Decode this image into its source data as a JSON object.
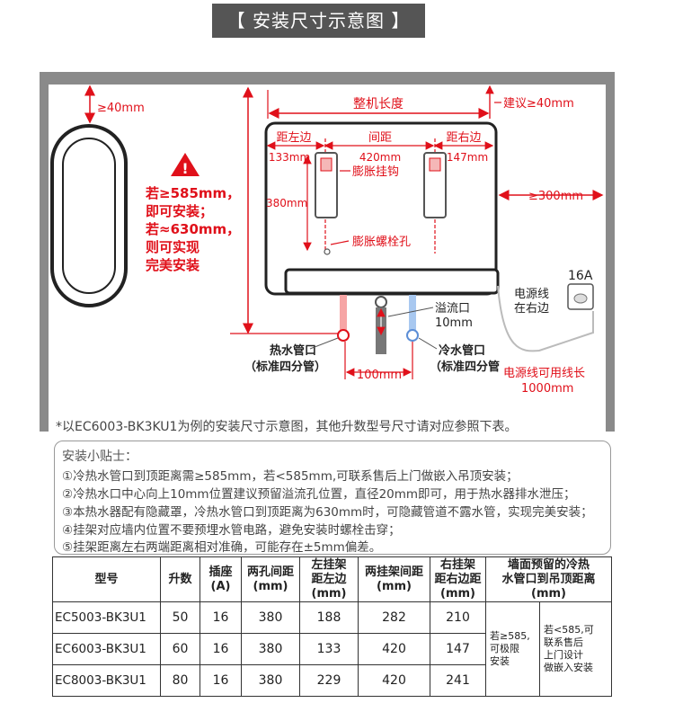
{
  "title": "【 安装尺寸示意图 】",
  "diagram": {
    "top_clearance_left": "≥40mm",
    "warning_lines": [
      "若≥585mm，",
      "即可安装；",
      "若≈630mm，",
      "则可实现",
      "完美安装"
    ],
    "overall_length": "整机长度",
    "suggest_right": "建议≥40mm",
    "right_clearance": "≥300mm",
    "left_margin_label": "距左边",
    "left_margin_value": "133mm",
    "spacing_label": "间距",
    "spacing_value": "420mm",
    "right_margin_label": "距右边",
    "right_margin_value": "147mm",
    "expansion_hook": "膨胀挂钩",
    "height_value": "380mm",
    "expansion_bolt_hole": "膨胀螺栓孔",
    "socket_rating": "16A",
    "power_line_side": [
      "电源线",
      "在右边"
    ],
    "overflow_label": [
      "溢流口",
      "10mm"
    ],
    "hot_pipe": [
      "热水管口",
      "（标准四分管）"
    ],
    "cold_pipe": [
      "冷水管口",
      "（标准四分管"
    ],
    "pipe_spacing": "100mm",
    "power_extend": [
      "电源线可用线长",
      "1000mm"
    ]
  },
  "note": "*以EC6003-BK3KU1为例的安装尺寸示意图，其他升数型号尺寸请对应参照下表。",
  "tips": {
    "title": "安装小贴士：",
    "items": [
      "①冷热水管口到顶距离需≥585mm，若<585mm,可联系售后上门做嵌入吊顶安装；",
      "②冷热水口中心向上10mm位置建议预留溢流孔位置，直径20mm即可，用于热水器排水泄压；",
      "③本热水器配有隐藏罩，冷热水管口到顶距离为630mm时，可隐藏管道不露水管，实现完美安装；",
      "④挂架对应墙内位置不要预埋水管电路，避免安装时螺栓击穿；",
      "⑤挂架距离左右两端距离相对准确，可能存在±5mm偏差。"
    ]
  },
  "table": {
    "headers": [
      [
        "型号"
      ],
      [
        "升数"
      ],
      [
        "插座",
        "(A)"
      ],
      [
        "两孔间距",
        "(mm)"
      ],
      [
        "左挂架",
        "距左边",
        "(mm)"
      ],
      [
        "两挂架间距",
        "(mm)"
      ],
      [
        "右挂架",
        "距右边距",
        "(mm)"
      ],
      [
        "墙面预留的冷热",
        "水管口到吊顶距离",
        "(mm)"
      ]
    ],
    "rows": [
      [
        "EC5003-BK3U1",
        "50",
        "16",
        "380",
        "188",
        "282",
        "210"
      ],
      [
        "EC6003-BK3U1",
        "60",
        "16",
        "380",
        "133",
        "420",
        "147"
      ],
      [
        "EC8003-BK3U1",
        "80",
        "16",
        "380",
        "229",
        "420",
        "241"
      ]
    ],
    "merged_note_a": [
      "若≥585,",
      "可极限",
      "安装"
    ],
    "merged_note_b": [
      "若<585,可",
      "联系售后",
      "上门设计",
      "做嵌入安装"
    ]
  }
}
